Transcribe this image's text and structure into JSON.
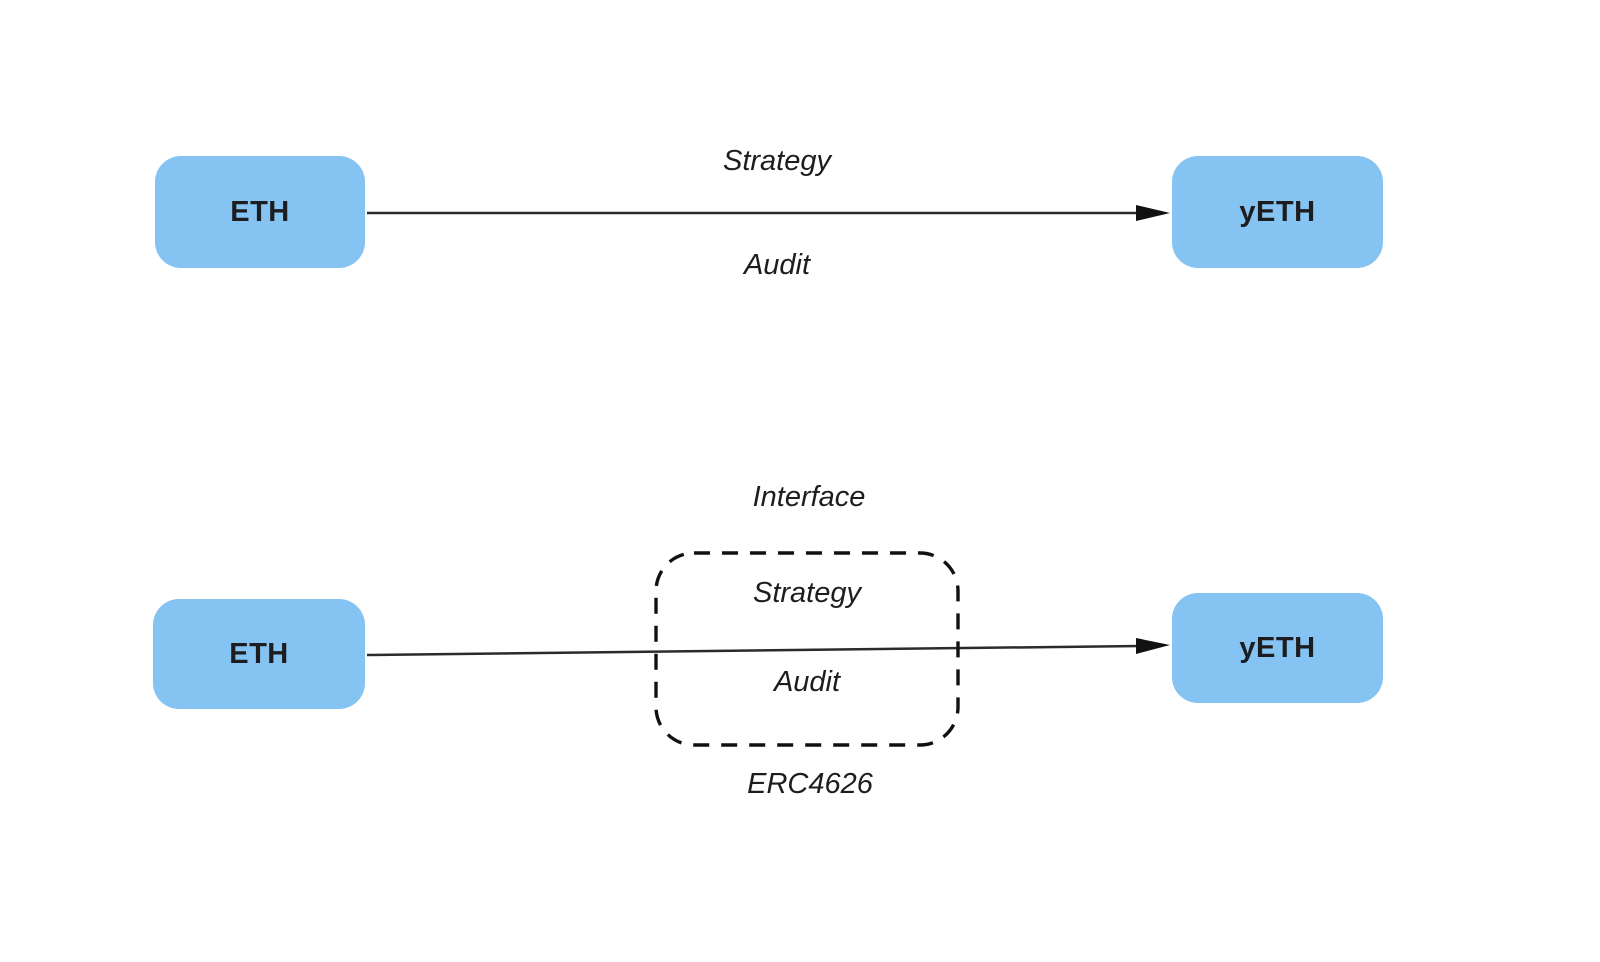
{
  "colors": {
    "box_fill": "#85C3F2",
    "text": "#1d1d1f",
    "line": "#2b2b2b"
  },
  "top_diagram": {
    "source": "ETH",
    "target": "yETH",
    "label_above_arrow": "Strategy",
    "label_below_arrow": "Audit"
  },
  "bottom_diagram": {
    "source": "ETH",
    "target": "yETH",
    "interface_label": "Interface",
    "box_label_top": "Strategy",
    "box_label_bottom": "Audit",
    "standard_label": "ERC4626"
  }
}
